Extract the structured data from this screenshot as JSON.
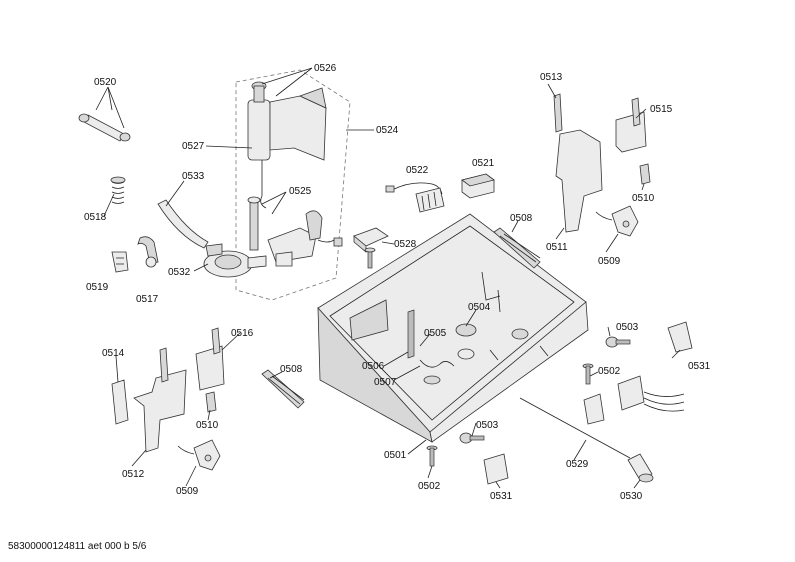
{
  "callouts": [
    {
      "id": "c0526",
      "text": "0526"
    },
    {
      "id": "c0520",
      "text": "0520"
    },
    {
      "id": "c0527",
      "text": "0527"
    },
    {
      "id": "c0524",
      "text": "0524"
    },
    {
      "id": "c0533",
      "text": "0533"
    },
    {
      "id": "c0525",
      "text": "0525"
    },
    {
      "id": "c0518",
      "text": "0518"
    },
    {
      "id": "c0532",
      "text": "0532"
    },
    {
      "id": "c0519",
      "text": "0519"
    },
    {
      "id": "c0517",
      "text": "0517"
    },
    {
      "id": "c0513",
      "text": "0513"
    },
    {
      "id": "c0515",
      "text": "0515"
    },
    {
      "id": "c0522",
      "text": "0522"
    },
    {
      "id": "c0521",
      "text": "0521"
    },
    {
      "id": "c0510a",
      "text": "0510"
    },
    {
      "id": "c0508a",
      "text": "0508"
    },
    {
      "id": "c0528",
      "text": "0528"
    },
    {
      "id": "c0511",
      "text": "0511"
    },
    {
      "id": "c0509a",
      "text": "0509"
    },
    {
      "id": "c0504",
      "text": "0504"
    },
    {
      "id": "c0505",
      "text": "0505"
    },
    {
      "id": "c0503a",
      "text": "0503"
    },
    {
      "id": "c0516",
      "text": "0516"
    },
    {
      "id": "c0514",
      "text": "0514"
    },
    {
      "id": "c0531a",
      "text": "0531"
    },
    {
      "id": "c0506",
      "text": "0506"
    },
    {
      "id": "c0508b",
      "text": "0508"
    },
    {
      "id": "c0507",
      "text": "0507"
    },
    {
      "id": "c0502a",
      "text": "0502"
    },
    {
      "id": "c0510b",
      "text": "0510"
    },
    {
      "id": "c0503b",
      "text": "0503"
    },
    {
      "id": "c0501",
      "text": "0501"
    },
    {
      "id": "c0529",
      "text": "0529"
    },
    {
      "id": "c0512",
      "text": "0512"
    },
    {
      "id": "c0509b",
      "text": "0509"
    },
    {
      "id": "c0502b",
      "text": "0502"
    },
    {
      "id": "c0531b",
      "text": "0531"
    },
    {
      "id": "c0530",
      "text": "0530"
    }
  ],
  "footer": {
    "text": "58300000124811 aet 000 b 5/6"
  }
}
